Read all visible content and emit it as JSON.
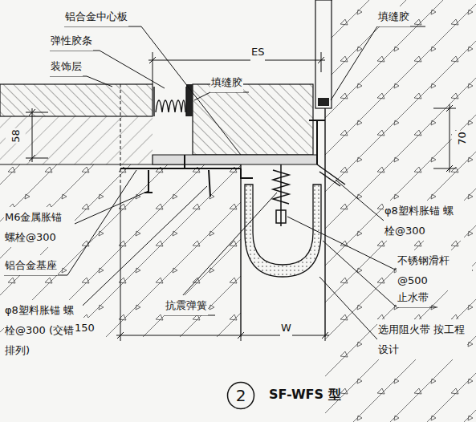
{
  "diagram": {
    "caption": "SF-WFS 型",
    "nodes": [
      {
        "text": [
          "2"
        ]
      }
    ],
    "labels": [
      "铝合金中心板",
      "填缝胶",
      "弹性胶条",
      "ES",
      "装饰层",
      "填缝胶",
      "58",
      "70",
      "M6金属胀锚 螺栓@300",
      "φ8塑料胀锚 螺栓@300",
      "铝合金基座",
      "不锈钢滑杆 @500",
      "止水带",
      "φ8塑料胀锚 螺栓@300 (交错排列)",
      "抗震弹簧",
      "150",
      "W",
      "选用阻火带 按工程设计"
    ]
  }
}
